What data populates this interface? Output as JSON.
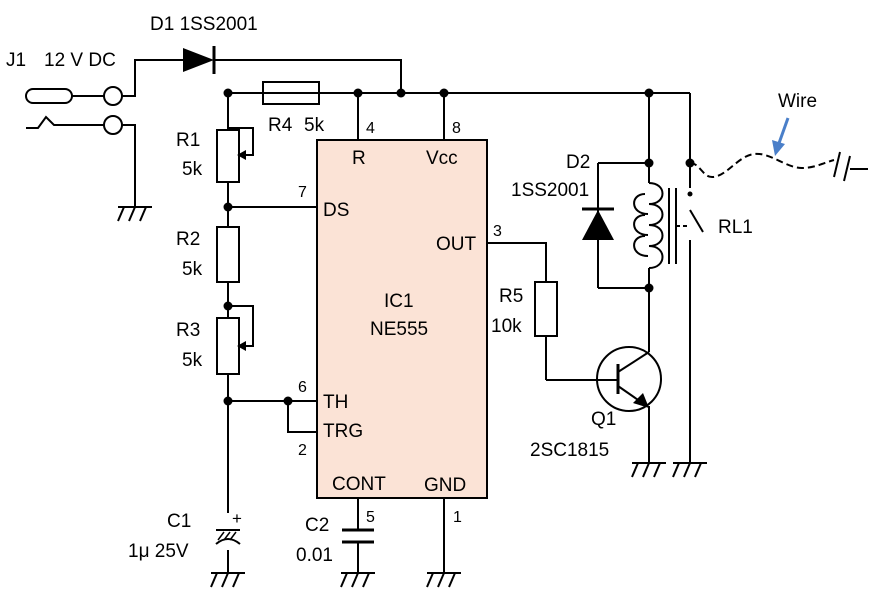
{
  "components": {
    "j1": {
      "ref": "J1",
      "value": "12 V DC"
    },
    "d1": {
      "label": "D1 1SS2001"
    },
    "r1": {
      "ref": "R1",
      "value": "5k"
    },
    "r2": {
      "ref": "R2",
      "value": "5k"
    },
    "r3": {
      "ref": "R3",
      "value": "5k"
    },
    "r4": {
      "ref": "R4",
      "value": "5k"
    },
    "r5": {
      "ref": "R5",
      "value": "10k"
    },
    "c1": {
      "ref": "C1",
      "value": "1μ 25V",
      "polarity": "+"
    },
    "c2": {
      "ref": "C2",
      "value": "0.01"
    },
    "ic1": {
      "ref": "IC1",
      "part": "NE555"
    },
    "d2": {
      "ref": "D2",
      "part": "1SS2001"
    },
    "q1": {
      "ref": "Q1",
      "part": "2SC1815"
    },
    "rl1": {
      "ref": "RL1"
    },
    "wire": {
      "label": "Wire"
    }
  },
  "ic_pins": {
    "r": {
      "name": "R",
      "num": "4"
    },
    "vcc": {
      "name": "Vcc",
      "num": "8"
    },
    "ds": {
      "name": "DS",
      "num": "7"
    },
    "out": {
      "name": "OUT",
      "num": "3"
    },
    "th": {
      "name": "TH",
      "num": "6"
    },
    "trg": {
      "name": "TRG",
      "num": "2"
    },
    "cont": {
      "name": "CONT",
      "num": "5"
    },
    "gnd": {
      "name": "GND",
      "num": "1"
    }
  },
  "colors": {
    "ic_fill": "#fbe3d6",
    "arrow": "#4a7fc9",
    "wire": "#000000"
  }
}
